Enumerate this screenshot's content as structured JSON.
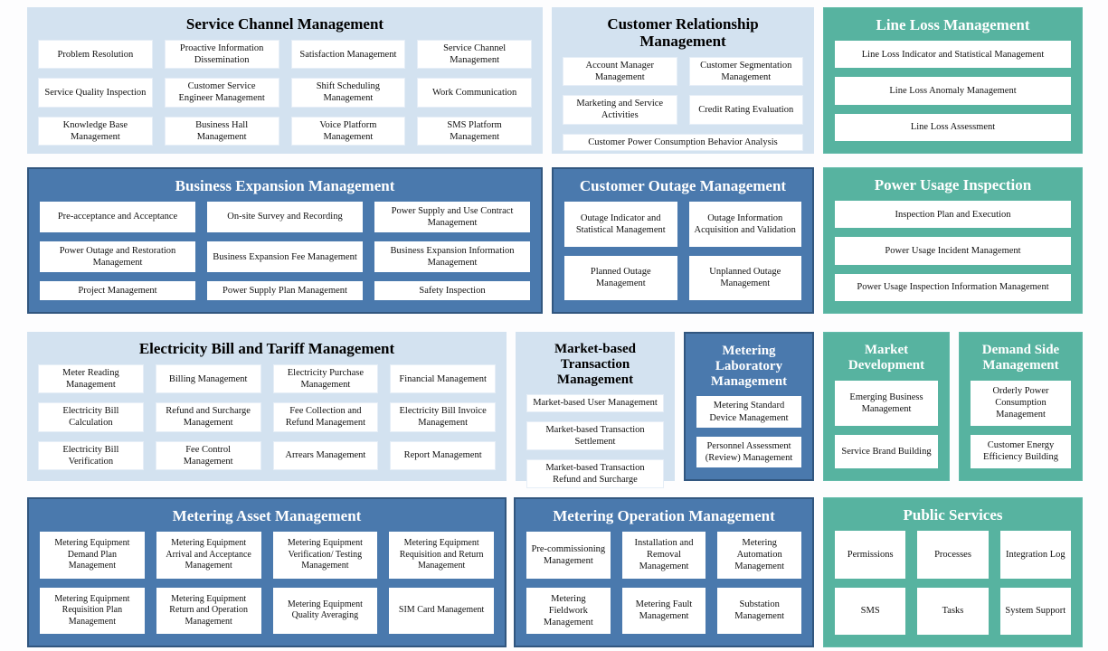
{
  "colors": {
    "light_panel": "#d3e2f0",
    "blue_panel": "#4a79ad",
    "teal_panel": "#57b3a0",
    "box_background": "#ffffff",
    "title_on_light": "#000000",
    "title_on_color": "#ffffff"
  },
  "panels": [
    {
      "title": "Service Channel Management",
      "items": [
        "Problem Resolution",
        "Proactive Information Dissemination",
        "Satisfaction Management",
        "Service Channel Management",
        "Service Quality Inspection",
        "Customer Service Engineer Management",
        "Shift Scheduling Management",
        "Work Communication",
        "Knowledge Base Management",
        "Business Hall Management",
        "Voice Platform Management",
        "SMS Platform Management"
      ]
    },
    {
      "title": "Customer Relationship Management",
      "items": [
        "Account Manager Management",
        "Customer Segmentation Management",
        "Marketing and Service Activities",
        "Credit Rating Evaluation",
        "Customer Power Consumption Behavior Analysis"
      ]
    },
    {
      "title": "Line Loss Management",
      "items": [
        "Line Loss Indicator and Statistical Management",
        "Line Loss Anomaly Management",
        "Line Loss Assessment"
      ]
    },
    {
      "title": "Business Expansion Management",
      "items": [
        "Pre-acceptance and Acceptance",
        "On-site Survey and Recording",
        "Power Supply and Use Contract Management",
        "Power Outage and Restoration Management",
        "Business Expansion Fee Management",
        "Business Expansion Information Management",
        "Project Management",
        "Power Supply Plan Management",
        "Safety Inspection"
      ]
    },
    {
      "title": "Customer Outage Management",
      "items": [
        "Outage Indicator and Statistical Management",
        "Outage Information Acquisition and Validation",
        "Planned Outage Management",
        "Unplanned Outage Management"
      ]
    },
    {
      "title": "Power Usage Inspection",
      "items": [
        "Inspection Plan and Execution",
        "Power Usage Incident Management",
        "Power Usage Inspection Information Management"
      ]
    },
    {
      "title": "Electricity Bill and Tariff Management",
      "items": [
        "Meter Reading Management",
        "Billing Management",
        "Electricity Purchase Management",
        "Financial Management",
        "Electricity Bill Calculation",
        "Refund and Surcharge Management",
        "Fee Collection and Refund Management",
        "Electricity Bill Invoice Management",
        "Electricity Bill Verification",
        "Fee Control Management",
        "Arrears Management",
        "Report Management"
      ]
    },
    {
      "title": "Market-based Transaction Management",
      "items": [
        "Market-based User Management",
        "Market-based Transaction Settlement",
        "Market-based Transaction Refund and Surcharge"
      ]
    },
    {
      "title": "Metering Laboratory Management",
      "items": [
        "Metering Standard Device Management",
        "Personnel Assessment (Review) Management"
      ]
    },
    {
      "title": "Market Development",
      "items": [
        "Emerging Business Management",
        "Service Brand Building"
      ]
    },
    {
      "title": "Demand Side Management",
      "items": [
        "Orderly Power Consumption Management",
        "Customer Energy Efficiency Building"
      ]
    },
    {
      "title": "Metering Asset Management",
      "items": [
        "Metering Equipment Demand Plan Management",
        "Metering Equipment Arrival and Acceptance Management",
        "Metering Equipment Verification/ Testing Management",
        "Metering Equipment Requisition and Return Management",
        "Metering Equipment Requisition Plan Management",
        "Metering Equipment Return and Operation Management",
        "Metering Equipment Quality Averaging",
        "SIM Card Management"
      ]
    },
    {
      "title": "Metering Operation Management",
      "items": [
        "Pre-commissioning Management",
        "Installation and Removal Management",
        "Metering Automation Management",
        "Metering Fieldwork Management",
        "Metering Fault Management",
        "Substation Management"
      ]
    },
    {
      "title": "Public Services",
      "items": [
        "Permissions",
        "Processes",
        "Integration Log",
        "SMS",
        "Tasks",
        "System Support"
      ]
    }
  ]
}
